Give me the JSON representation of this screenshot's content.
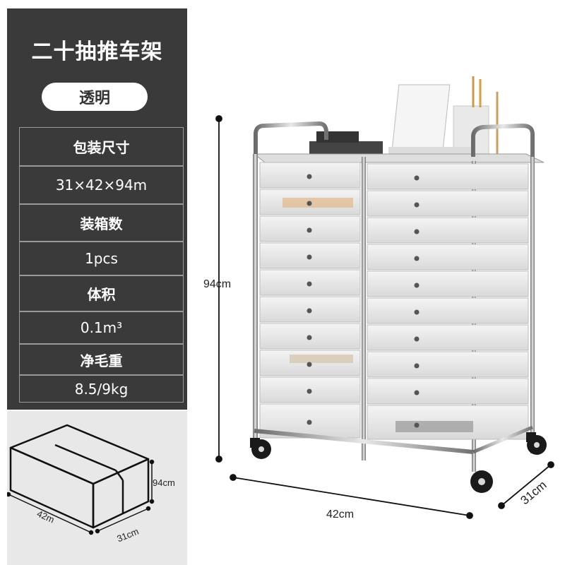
{
  "title": "二十抽推车架",
  "color": "透明",
  "specs": [
    {
      "label": "包装尺寸",
      "value": "31×42×94m"
    },
    {
      "label": "装箱数",
      "value": "1pcs"
    },
    {
      "label": "体积",
      "value": "0.1m³"
    },
    {
      "label": "净毛重",
      "value": "8.5/9kg"
    }
  ],
  "box_dims": {
    "height": "94cm",
    "length": "42m",
    "width": "31cm"
  },
  "product_dims": {
    "height": "94cm",
    "length": "42cm",
    "width": "31cm"
  },
  "product_image": {
    "drawers_per_column": 10,
    "columns": 2
  }
}
